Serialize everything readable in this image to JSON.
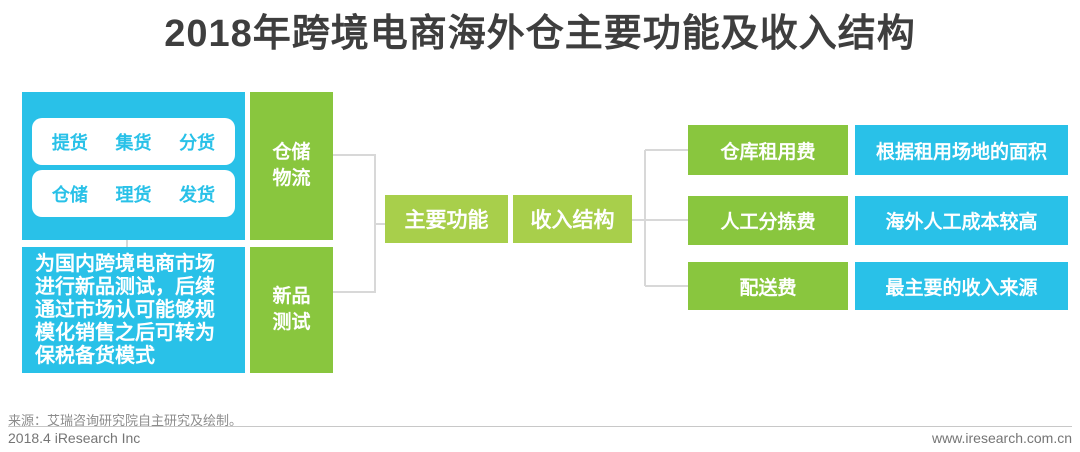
{
  "title": "2018年跨境电商海外仓主要功能及收入结构",
  "colors": {
    "cyan": "#29c1e8",
    "side_green": "#89c63e",
    "center_green": "#a8cf4b",
    "connector_gray": "#d8d8d8",
    "title_gray": "#3e3e3e"
  },
  "flow": {
    "warehouse_functions": {
      "row1": [
        "提货",
        "集货",
        "分货"
      ],
      "row2": [
        "仓储",
        "理货",
        "发货"
      ],
      "label_lines": [
        "仓储",
        "物流"
      ]
    },
    "new_product": {
      "description": "为国内跨境电商市场进行新品测试，后续通过市场认可能够规模化销售之后可转为保税备货模式",
      "label_lines": [
        "新品",
        "测试"
      ]
    },
    "hubs": {
      "main_function": "主要功能",
      "revenue_structure": "收入结构"
    },
    "revenue_rows": [
      {
        "fee": "仓库租用费",
        "note": "根据租用场地的面积"
      },
      {
        "fee": "人工分拣费",
        "note": "海外人工成本较高"
      },
      {
        "fee": "配送费",
        "note": "最主要的收入来源"
      }
    ]
  },
  "footer": {
    "source": "来源：艾瑞咨询研究院自主研究及绘制。",
    "date_brand": "2018.4 iResearch Inc",
    "website": "www.iresearch.com.cn"
  }
}
